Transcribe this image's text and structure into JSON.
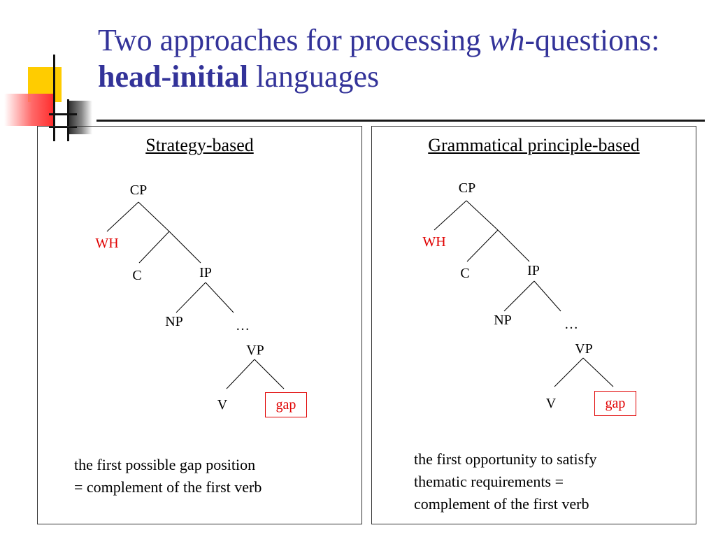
{
  "slide": {
    "title_part1": "Two approaches for processing ",
    "title_italic": "wh",
    "title_part2": "-questions: ",
    "title_bold": "head-initial",
    "title_part3": " languages"
  },
  "left_panel": {
    "heading": "Strategy-based",
    "nodes": {
      "cp": "CP",
      "wh": "WH",
      "c": "C",
      "ip": "IP",
      "np": "NP",
      "ellipsis": "…",
      "vp": "VP",
      "v": "V",
      "gap": "gap"
    },
    "caption_lines": [
      "the first possible gap position",
      "= complement of the first verb"
    ]
  },
  "right_panel": {
    "heading": "Grammatical principle-based",
    "nodes": {
      "cp": "CP",
      "wh": "WH",
      "c": "C",
      "ip": "IP",
      "np": "NP",
      "ellipsis": "…",
      "vp": "VP",
      "v": "V",
      "gap": "gap"
    },
    "caption_lines": [
      "the first opportunity to satisfy",
      "thematic requirements =",
      "complement of the first verb"
    ]
  },
  "colors": {
    "title": "#333399",
    "highlight": "#e00000"
  }
}
